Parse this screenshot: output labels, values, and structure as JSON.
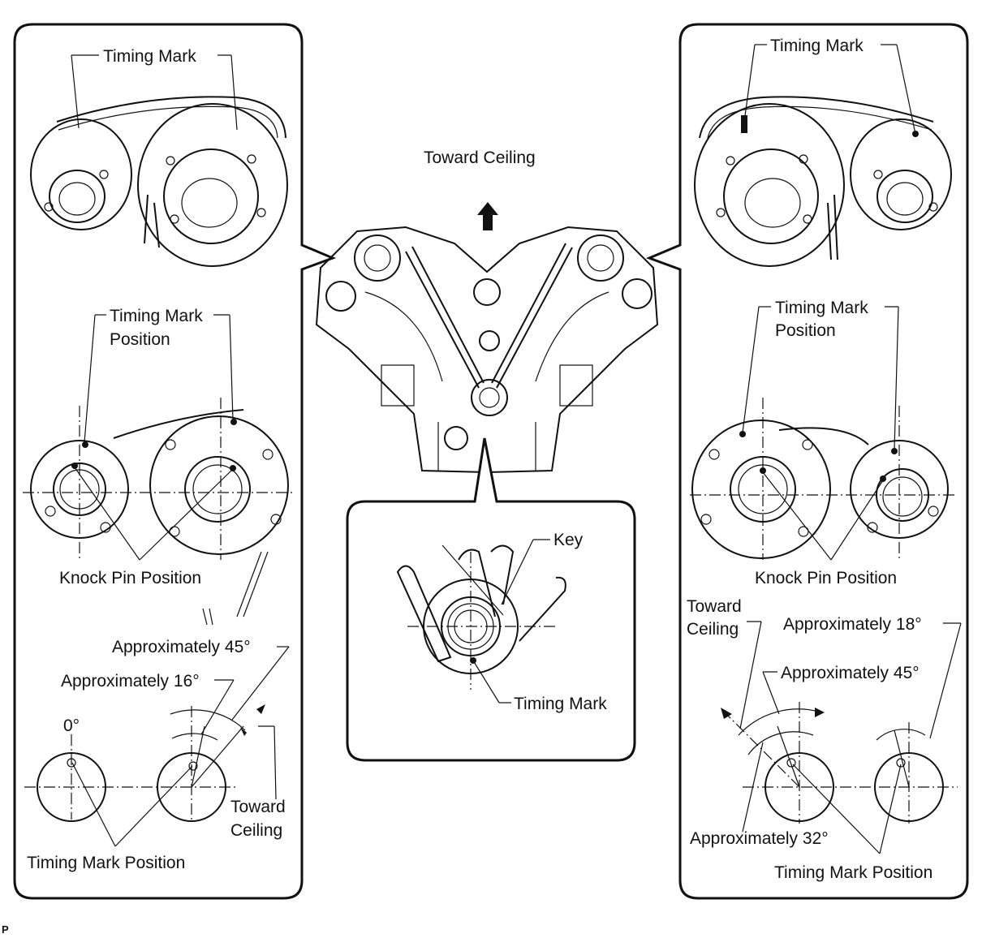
{
  "left_panel": {
    "timing_mark": "Timing Mark",
    "timing_mark_position_l1": "Timing Mark",
    "timing_mark_position_l2": "Position",
    "knock_pin_position": "Knock Pin Position",
    "approx_45": "Approximately 45°",
    "approx_16": "Approximately 16°",
    "zero_deg": "0°",
    "toward_ceiling_l1": "Toward",
    "toward_ceiling_l2": "Ceiling",
    "timing_mark_position": "Timing Mark Position"
  },
  "center": {
    "toward_ceiling": "Toward Ceiling",
    "key": "Key",
    "timing_mark": "Timing Mark"
  },
  "right_panel": {
    "timing_mark": "Timing Mark",
    "timing_mark_position_l1": "Timing Mark",
    "timing_mark_position_l2": "Position",
    "knock_pin_position": "Knock Pin Position",
    "toward_ceiling_l1": "Toward",
    "toward_ceiling_l2": "Ceiling",
    "approx_18": "Approximately 18°",
    "approx_45": "Approximately 45°",
    "approx_32": "Approximately 32°",
    "timing_mark_position": "Timing Mark Position"
  },
  "corner_code": "P"
}
